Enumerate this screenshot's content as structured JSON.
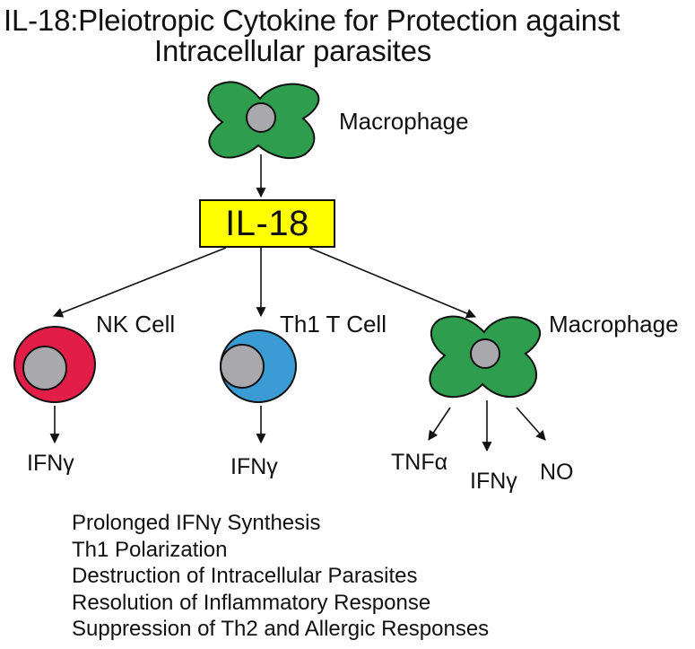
{
  "title": {
    "line1": "IL-18:Pleiotropic Cytokine for Protection against",
    "line2": "Intracellular  parasites"
  },
  "nodes": {
    "source_macrophage": "Macrophage",
    "center": "IL-18",
    "nk_cell": "NK Cell",
    "th1_cell": "Th1  T Cell",
    "target_macrophage": "Macrophage"
  },
  "outputs": {
    "nk": "IFNγ",
    "th1": "IFNγ",
    "macrophage": [
      "TNFα",
      "IFNγ",
      "NO"
    ]
  },
  "effects": [
    "Prolonged IFNγ Synthesis",
    "Th1 Polarization",
    "Destruction of Intracellular Parasites",
    "Resolution of Inflammatory Response",
    "Suppression of Th2 and Allergic Responses"
  ],
  "colors": {
    "macrophage": "#2e9e4e",
    "nucleus": "#a9a9ad",
    "nk_cell": "#e11d48",
    "th1_cell": "#3a9bd5",
    "il18_box": "#ffff00"
  }
}
